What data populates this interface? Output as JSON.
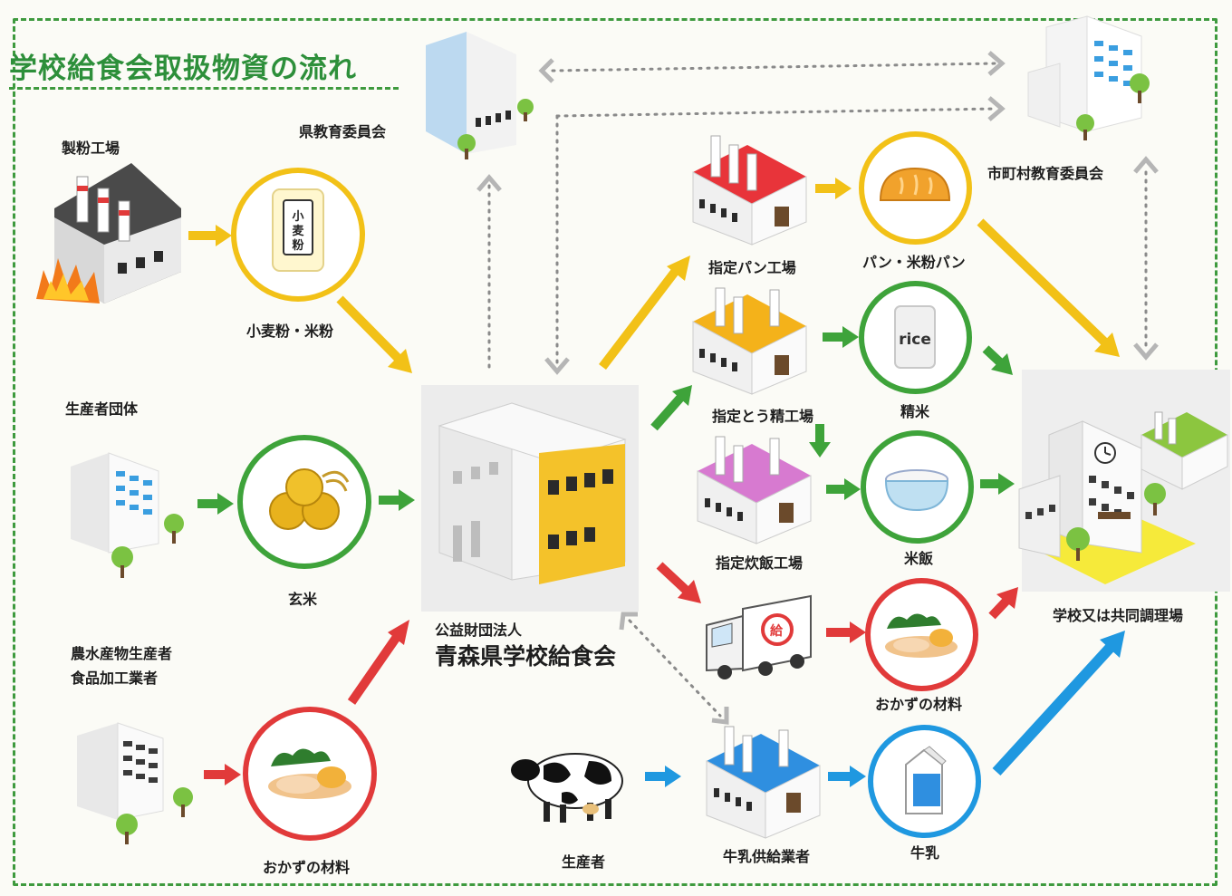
{
  "title": "学校給食会取扱物資の流れ",
  "labels": {
    "flour_mill": "製粉工場",
    "pref_board": "県教育委員会",
    "flour": "小麦粉・米粉",
    "producer_group": "生産者団体",
    "brown_rice": "玄米",
    "farmers": "農水産物生産者",
    "food_processors": "食品加工業者",
    "side_dish_in": "おかずの材料",
    "foundation_line1": "公益財団法人",
    "foundation_line2": "青森県学校給食会",
    "bread_factory": "指定パン工場",
    "bread": "パン・米粉パン",
    "city_board": "市町村教育委員会",
    "polish_factory": "指定とう精工場",
    "polished_rice": "精米",
    "rice_factory": "指定炊飯工場",
    "cooked_rice": "米飯",
    "school": "学校又は共同調理場",
    "side_dish_out": "おかずの材料",
    "producer": "生産者",
    "milk_supplier": "牛乳供給業者",
    "milk": "牛乳"
  },
  "icon_text": {
    "flour_bag": "小麦粉",
    "rice_bag": "rice",
    "truck_logo": "給"
  },
  "colors": {
    "yellow": "#f2c117",
    "green": "#3ea33a",
    "red": "#e13a3a",
    "blue": "#1f98e0",
    "frame_green": "#3e9a3e",
    "dotted_gray": "#8a8a8a"
  }
}
